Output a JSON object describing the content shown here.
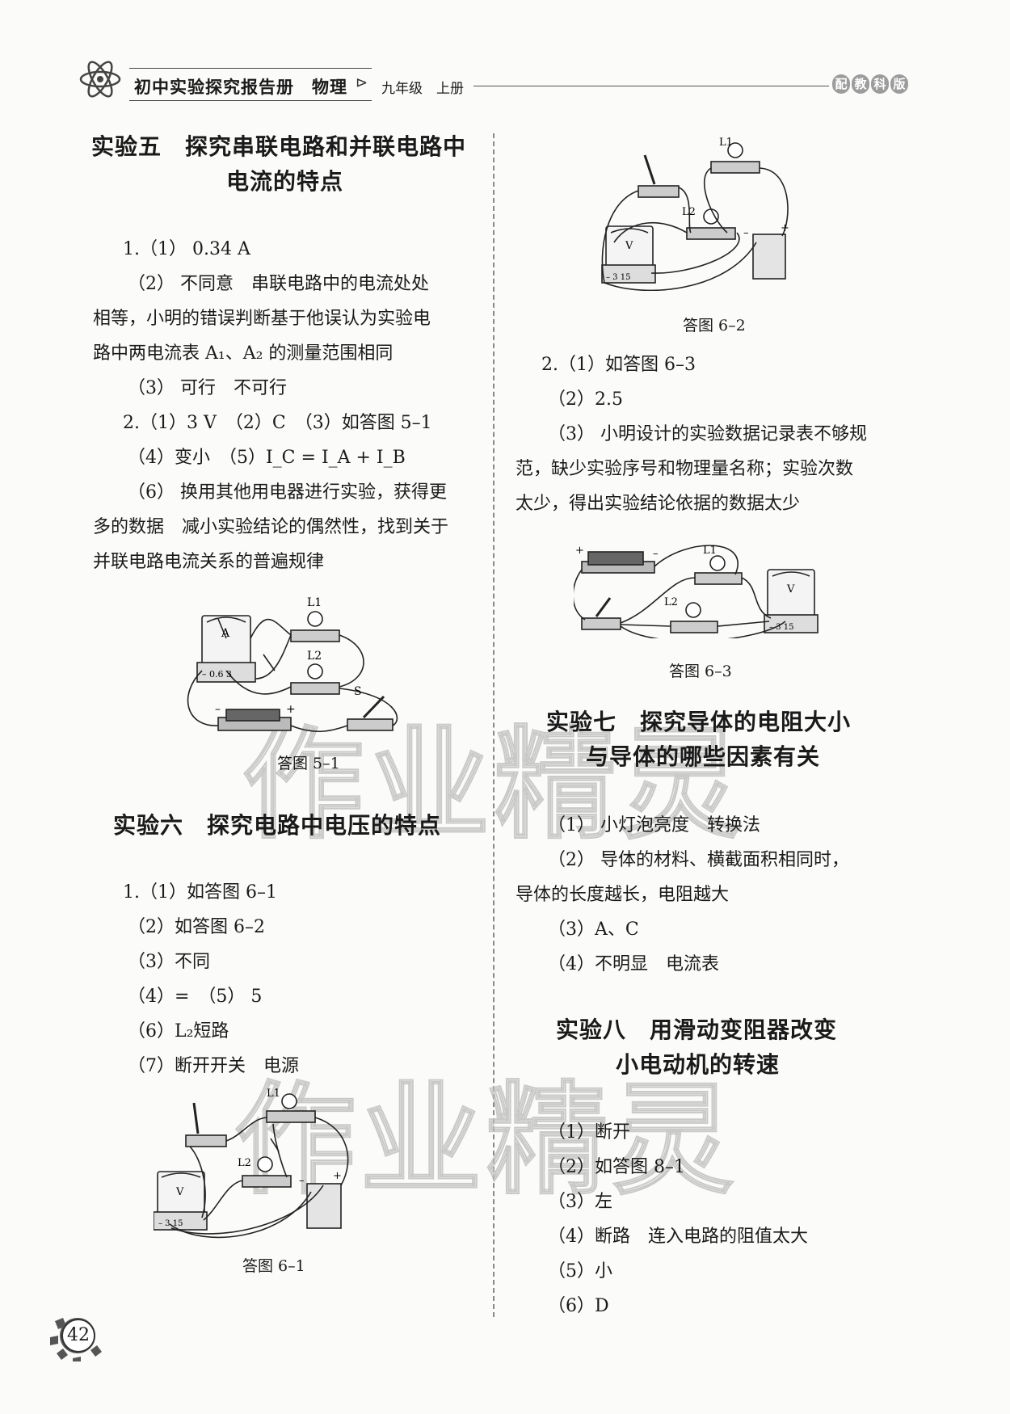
{
  "header": {
    "book_title": "初中实验探究报告册　物理",
    "grade": "九年级　上册",
    "edition_badge": [
      "配",
      "教",
      "科",
      "版"
    ]
  },
  "left_column": {
    "exp5": {
      "title_line1": "实验五　探究串联电路和并联电路中",
      "title_line2": "电流的特点",
      "lines": [
        "1.（1） 0.34 A",
        "（2） 不同意　串联电路中的电流处处",
        "相等，小明的错误判断基于他误认为实验电",
        "路中两电流表 A₁、A₂ 的测量范围相同",
        "（3） 可行　不可行",
        "2.（1）3 V　（2）C　（3）如答图 5–1",
        "（4）变小　（5）I_C = I_A + I_B",
        "（6） 换用其他用电器进行实验，获得更",
        "多的数据　减小实验结论的偶然性，找到关于",
        "并联电路电流关系的普遍规律"
      ],
      "figure": {
        "caption": "答图 5–1",
        "labels": {
          "l1": "L1",
          "l2": "L2",
          "switch": "S",
          "meter": "A",
          "scale": "– 0.6 3",
          "minus": "–",
          "plus": "+"
        }
      }
    },
    "exp6": {
      "title": "实验六　探究电路中电压的特点",
      "lines": [
        "1.（1）如答图 6–1",
        "（2）如答图 6–2",
        "（3）不同",
        "（4）=　（5） 5",
        "（6）L₂短路",
        "（7）断开开关　电源"
      ],
      "figure": {
        "caption": "答图 6–1",
        "labels": {
          "l1": "L1",
          "l2": "L2",
          "meter": "V",
          "scale": "– 3 15",
          "minus": "–",
          "plus": "+"
        }
      }
    }
  },
  "right_column": {
    "fig62": {
      "caption": "答图 6–2",
      "labels": {
        "l1": "L1",
        "l2": "L2",
        "meter": "V",
        "scale": "– 3 15",
        "minus": "–",
        "plus": "+"
      }
    },
    "exp6_q2": [
      "2.（1）如答图 6–3",
      "（2）2.5",
      "（3） 小明设计的实验数据记录表不够规",
      "范，缺少实验序号和物理量名称；实验次数",
      "太少，得出实验结论依据的数据太少"
    ],
    "fig63": {
      "caption": "答图 6–3",
      "labels": {
        "l1": "L1",
        "l2": "L2",
        "meter": "V",
        "scale": "– 3 15",
        "minus": "–",
        "plus": "+"
      }
    },
    "exp7": {
      "title_line1": "实验七　探究导体的电阻大小",
      "title_line2": "与导体的哪些因素有关",
      "lines": [
        "（1） 小灯泡亮度　转换法",
        "（2） 导体的材料、横截面积相同时，",
        "导体的长度越长，电阻越大",
        "（3）A、C",
        "（4）不明显　电流表"
      ]
    },
    "exp8": {
      "title_line1": "实验八　用滑动变阻器改变",
      "title_line2": "小电动机的转速",
      "lines": [
        "（1）断开",
        "（2）如答图 8–1",
        "（3）左",
        "（4）断路　连入电路的阻值太大",
        "（5）小",
        "（6）D"
      ]
    }
  },
  "watermark": {
    "text_1": "作业精灵",
    "text_2": "作业精灵"
  },
  "footer": {
    "page_number": "42"
  }
}
